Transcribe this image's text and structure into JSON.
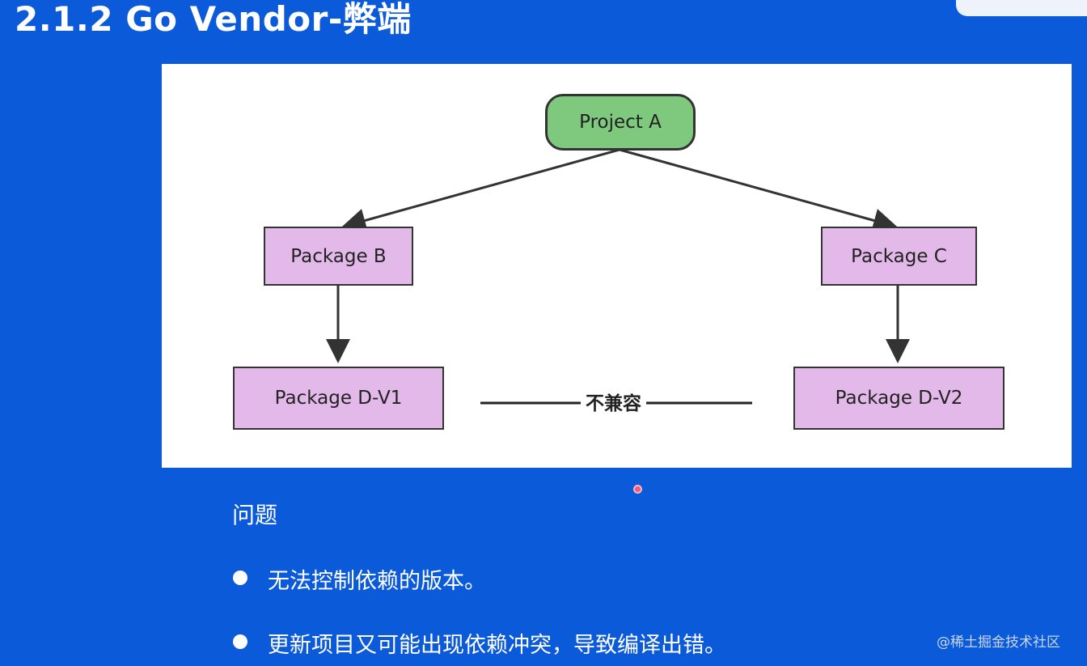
{
  "slide": {
    "title": "2.1.2 Go Vendor-弊端"
  },
  "diagram": {
    "nodes": {
      "project_a": "Project A",
      "package_b": "Package B",
      "package_c": "Package C",
      "package_d_v1": "Package D-V1",
      "package_d_v2": "Package D-V2"
    },
    "conflict_label": "不兼容",
    "colors": {
      "project_fill": "#7fc97f",
      "package_fill": "#e3b9e9",
      "line": "#333333"
    }
  },
  "problems": {
    "heading": "问题",
    "items": [
      "无法控制依赖的版本。",
      "更新项目又可能出现依赖冲突，导致编译出错。"
    ]
  },
  "watermark": "@稀土掘金技术社区"
}
